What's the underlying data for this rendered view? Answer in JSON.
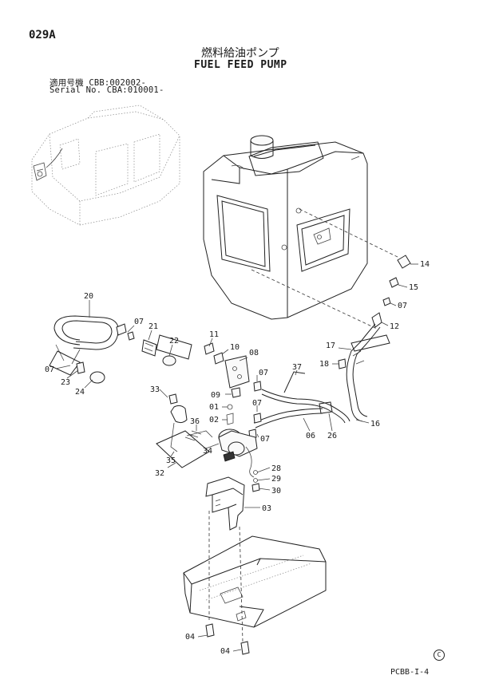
{
  "header": {
    "page_code": "029A",
    "title_jp": "燃料給油ポンプ",
    "title_en": "FUEL FEED PUMP",
    "serial_jp": "適用号機  CBB:002002-",
    "serial_en": "Serial No. CBA:010001-"
  },
  "footer": {
    "page_ref": "PCBB-I-4",
    "circle_mark": "C"
  },
  "callouts": [
    {
      "id": "14",
      "text": "14"
    },
    {
      "id": "15",
      "text": "15"
    },
    {
      "id": "07a",
      "text": "07"
    },
    {
      "id": "12",
      "text": "12"
    },
    {
      "id": "20",
      "text": "20"
    },
    {
      "id": "07b",
      "text": "07"
    },
    {
      "id": "21",
      "text": "21"
    },
    {
      "id": "11",
      "text": "11"
    },
    {
      "id": "22",
      "text": "22"
    },
    {
      "id": "10",
      "text": "10"
    },
    {
      "id": "08",
      "text": "08"
    },
    {
      "id": "17",
      "text": "17"
    },
    {
      "id": "18",
      "text": "18"
    },
    {
      "id": "07c",
      "text": "07"
    },
    {
      "id": "23",
      "text": "23"
    },
    {
      "id": "24",
      "text": "24"
    },
    {
      "id": "37",
      "text": "37"
    },
    {
      "id": "07d",
      "text": "07"
    },
    {
      "id": "33",
      "text": "33"
    },
    {
      "id": "09",
      "text": "09"
    },
    {
      "id": "01",
      "text": "01"
    },
    {
      "id": "07e",
      "text": "07"
    },
    {
      "id": "02",
      "text": "02"
    },
    {
      "id": "16",
      "text": "16"
    },
    {
      "id": "06",
      "text": "06"
    },
    {
      "id": "26",
      "text": "26"
    },
    {
      "id": "36",
      "text": "36"
    },
    {
      "id": "07f",
      "text": "07"
    },
    {
      "id": "34",
      "text": "34"
    },
    {
      "id": "35",
      "text": "35"
    },
    {
      "id": "28",
      "text": "28"
    },
    {
      "id": "29",
      "text": "29"
    },
    {
      "id": "32",
      "text": "32"
    },
    {
      "id": "30",
      "text": "30"
    },
    {
      "id": "03",
      "text": "03"
    },
    {
      "id": "04a",
      "text": "04"
    },
    {
      "id": "04b",
      "text": "04"
    }
  ]
}
